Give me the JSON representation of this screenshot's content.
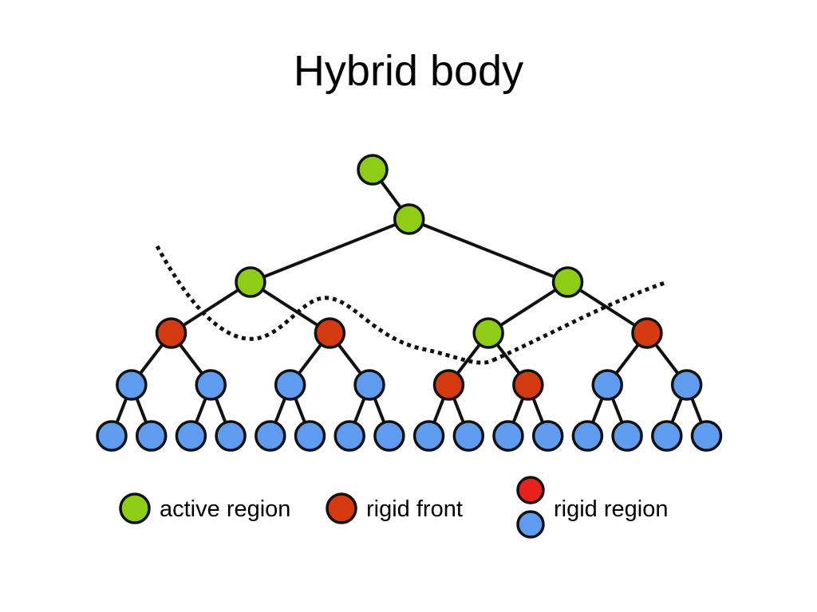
{
  "title": "Hybrid body",
  "colors": {
    "active": "#8fcc15",
    "front": "#d43a10",
    "rigid_red": "#e8201e",
    "rigid_blue": "#5f9bef"
  },
  "tree": {
    "root": "active",
    "level1": [
      "active"
    ],
    "level2": [
      "active",
      "active"
    ],
    "level3": [
      "front",
      "front",
      "active",
      "front"
    ],
    "level4": [
      "rigid",
      "rigid",
      "rigid",
      "rigid",
      "front",
      "front",
      "rigid",
      "rigid"
    ],
    "level5": [
      "rigid",
      "rigid",
      "rigid",
      "rigid",
      "rigid",
      "rigid",
      "rigid",
      "rigid",
      "rigid",
      "rigid",
      "rigid",
      "rigid",
      "rigid",
      "rigid",
      "rigid",
      "rigid"
    ]
  },
  "legend": {
    "active_label": "active region",
    "front_label": "rigid front",
    "rigid_label": "rigid region"
  }
}
